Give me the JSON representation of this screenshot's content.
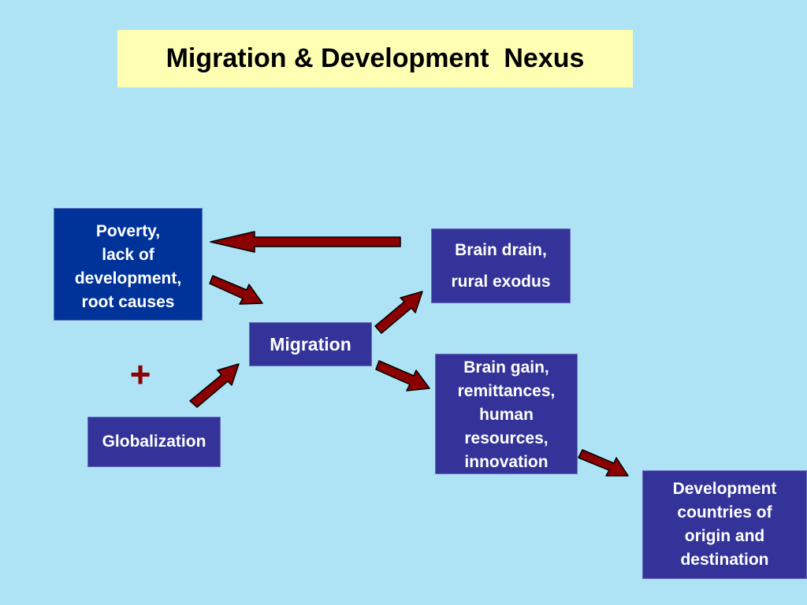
{
  "title": "Migration & Development  Nexus",
  "nodes": {
    "poverty": [
      "Poverty,",
      "lack of",
      "development,",
      "root causes"
    ],
    "brain_drain": [
      "Brain drain,",
      "rural exodus"
    ],
    "migration": "Migration",
    "brain_gain": [
      "Brain gain,",
      "remittances,",
      "human",
      "resources,",
      "innovation"
    ],
    "globalization": "Globalization",
    "development": [
      "Development",
      "countries of",
      "origin and",
      "destination"
    ]
  },
  "plus_sign": "+",
  "colors": {
    "background": "#aee3f6",
    "title_box": "#ffffb4",
    "node_dark_blue": "#003399",
    "node_indigo": "#333399",
    "arrow": "#8b0000",
    "plus": "#8b0000"
  }
}
